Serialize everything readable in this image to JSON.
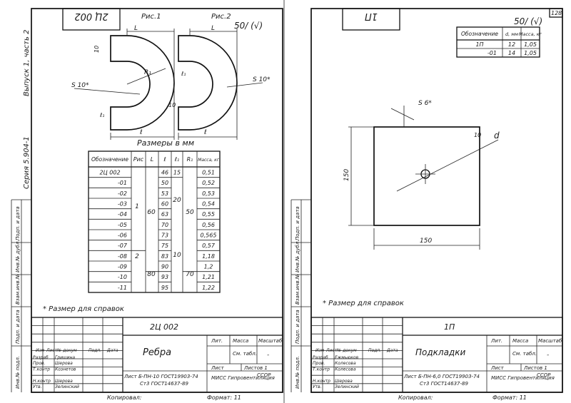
{
  "left": {
    "header_code": "2Ц 002",
    "fig1_label": "Рис.1",
    "fig2_label": "Рис.2",
    "roughness": "50/ (√)",
    "dims": {
      "L": "L",
      "l": "ℓ",
      "l1": "ℓ₁",
      "R1": "R₁",
      "d10": "10",
      "s10": "S 10*",
      "ten": "10"
    },
    "sizes_caption": "Размеры в мм",
    "side_series": "Серия 5.904-1",
    "side_issue": "Выпуск 1, часть 2",
    "table": {
      "headers": [
        "Обозначение",
        "Рис",
        "L",
        "ℓ",
        "ℓ₁",
        "R₁",
        "Масса, кг"
      ],
      "rows": [
        [
          "2Ц 002",
          "",
          "",
          "46",
          "15",
          "",
          "0,51"
        ],
        [
          "-01",
          "",
          "",
          "50",
          "",
          "",
          "0,52"
        ],
        [
          "-02",
          "",
          "",
          "53",
          "",
          "",
          "0,53"
        ],
        [
          "-03",
          "",
          "",
          "60",
          "",
          "",
          "0,54"
        ],
        [
          "-04",
          "",
          "",
          "63",
          "",
          "",
          "0,55"
        ],
        [
          "-05",
          "",
          "",
          "70",
          "",
          "",
          "0,56"
        ],
        [
          "-06",
          "",
          "",
          "73",
          "",
          "",
          "0,565"
        ],
        [
          "-07",
          "",
          "",
          "75",
          "",
          "",
          "0,57"
        ],
        [
          "-08",
          "",
          "",
          "83",
          "",
          "",
          "1,18"
        ],
        [
          "-09",
          "",
          "",
          "90",
          "",
          "",
          "1,2"
        ],
        [
          "-10",
          "",
          "",
          "93",
          "",
          "",
          "1,21"
        ],
        [
          "-11",
          "",
          "",
          "95",
          "",
          "",
          "1,22"
        ]
      ],
      "merged": {
        "ris1": "1",
        "ris2": "2",
        "L60": "60",
        "L80": "80",
        "l1_20": "20",
        "l1_10": "10",
        "R50": "50",
        "R70": "70"
      }
    },
    "note": "* Размер для справок",
    "title_block": {
      "code": "2Ц 002",
      "name": "Ребра",
      "material": "Лист Б-ПН-10 ГОСТ19903-74",
      "material2": "Ст3    ГОСТ14637-89",
      "mass": "См. табл.",
      "scale": "-",
      "sheet": "Лист",
      "sheets": "Листов 1",
      "org": "МИСС Гипровентиляция",
      "org2": "ССОР",
      "col_izm": "Изм",
      "col_list": "Лист",
      "col_doc": "№ докум",
      "col_sign": "Подп.",
      "col_date": "Дата",
      "lit": "Лит.",
      "mass_h": "Масса",
      "scale_h": "Масштаб",
      "roles": [
        "Разраб",
        "Пров.",
        "Т.контр",
        "",
        "Н.контр",
        "Утв."
      ],
      "names": [
        "Гришина",
        "Шерова",
        "Кознетов",
        "",
        "Шерова",
        "Зелинский"
      ],
      "copied": "Копировал:",
      "format": "Формат: 11"
    },
    "side_stamp": [
      "Инв.№ подл.",
      "Подп. и дата",
      "Взам.инв.№",
      "Инв.№ дубл.",
      "Подп. и дата"
    ]
  },
  "right": {
    "header_code": "1П",
    "roughness": "50/ (√)",
    "table": {
      "headers": [
        "Обозначение",
        "d, мм",
        "Масса, кг"
      ],
      "rows": [
        [
          "1П",
          "12",
          "1,05"
        ],
        [
          "-01",
          "14",
          "1,05"
        ]
      ]
    },
    "dims": {
      "s6": "S 6*",
      "d": "d",
      "d10": "10",
      "height": "150",
      "width": "150"
    },
    "note": "* Размер для справок",
    "title_block": {
      "code": "1П",
      "name": "Подкладки",
      "material": "Лист Б-ПН-6,0 ГОСТ19903-74",
      "material2": "Ст3    ГОСТ14637-89",
      "mass": "См. табл.",
      "scale": "-",
      "sheet": "Лист",
      "sheets": "Листов 1",
      "org": "МИСС Гипровентиляция",
      "org2": "ССОР",
      "col_izm": "Изм",
      "col_list": "Лист",
      "col_doc": "№ докум",
      "col_sign": "Подп.",
      "col_date": "Дата",
      "lit": "Лит.",
      "mass_h": "Масса",
      "scale_h": "Масштаб",
      "roles": [
        "Разраб",
        "Пров.",
        "Т.контр",
        "",
        "Н.контр",
        "Утв."
      ],
      "names": [
        "Ежмьюков",
        "Колесова",
        "Колесова",
        "",
        "Шерова",
        "Зелинский"
      ],
      "copied": "Копировал:",
      "format": "Формат: 11"
    },
    "side_stamp": [
      "Инв.№ подл.",
      "Подп. и дата",
      "Взам.инв.№",
      "Инв.№ дубл.",
      "Подп. и дата"
    ],
    "page_number": "128"
  }
}
